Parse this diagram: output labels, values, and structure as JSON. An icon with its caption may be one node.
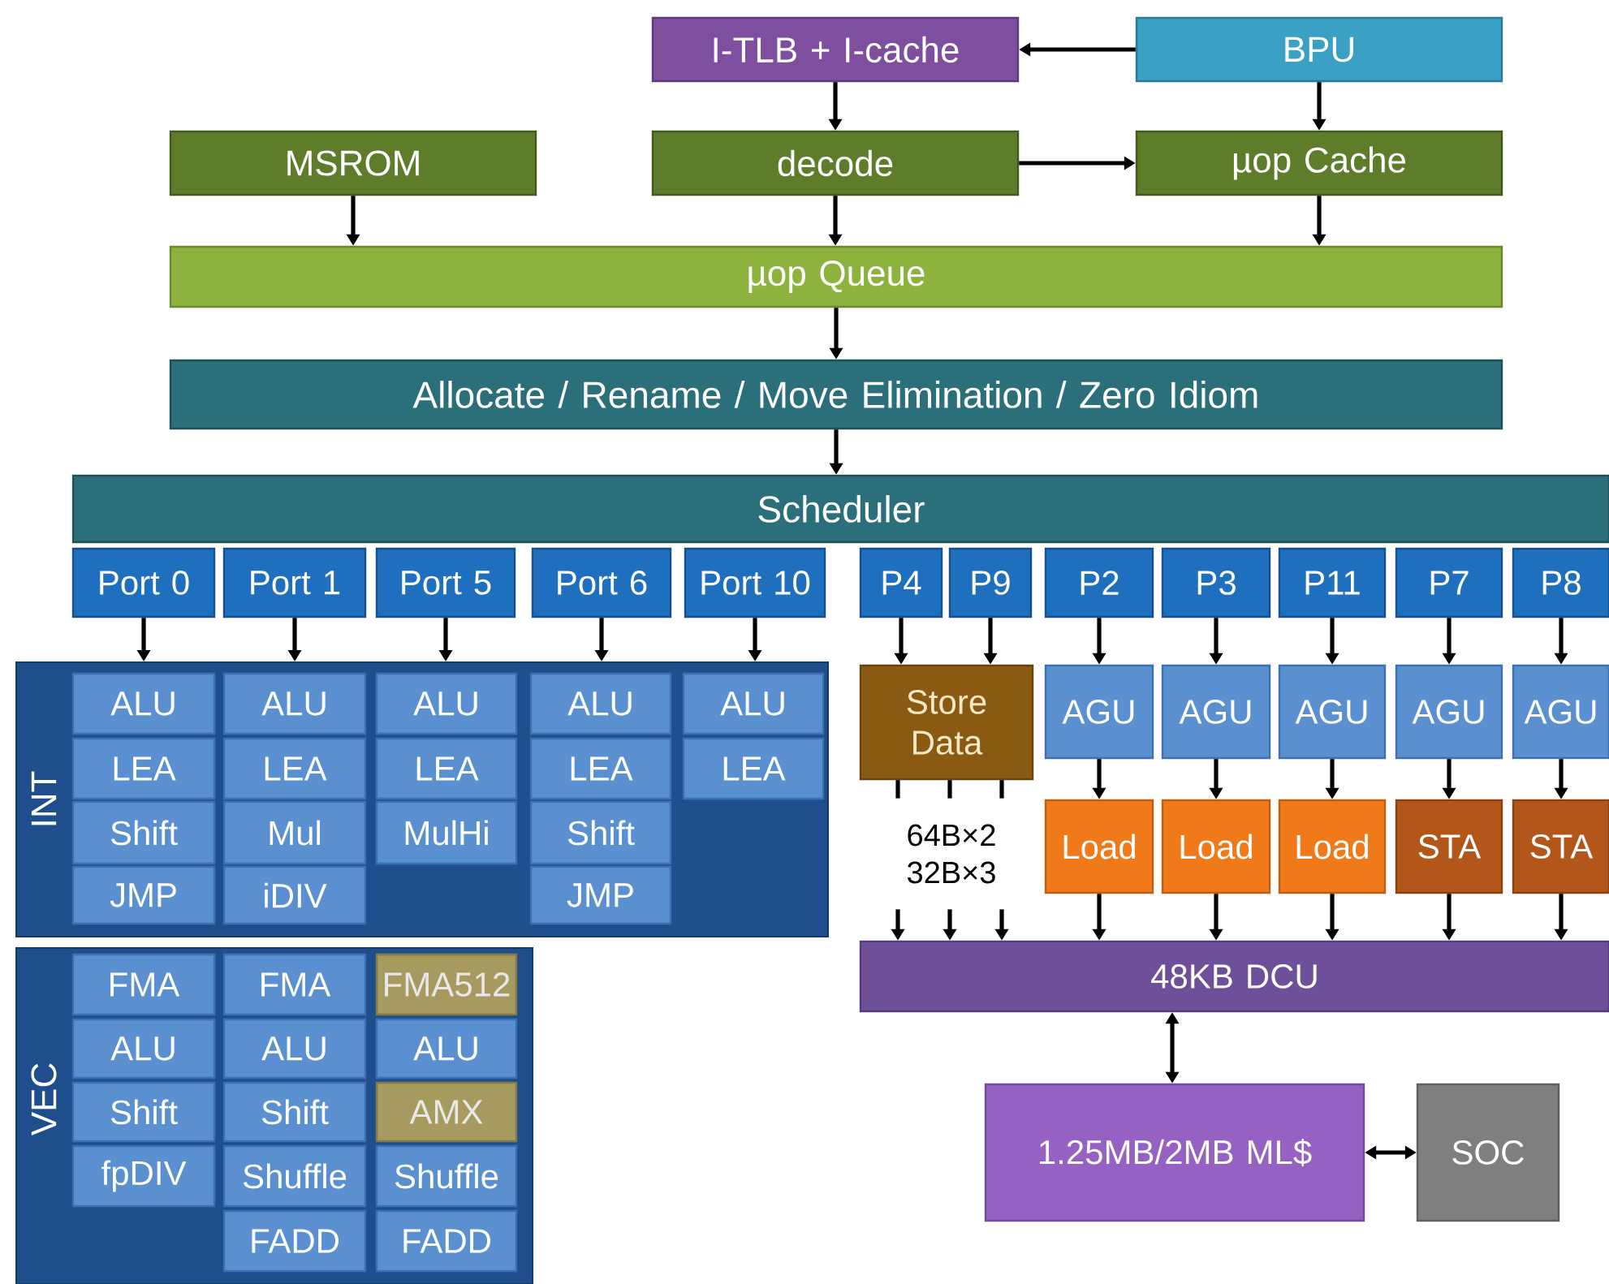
{
  "diagram": {
    "nodes": [
      {
        "text": [
          "I-TLB + I-cache"
        ]
      },
      {
        "text": [
          "BPU"
        ]
      },
      {
        "text": [
          "MSROM"
        ]
      },
      {
        "text": [
          "decode"
        ]
      },
      {
        "text": [
          "µop Cache"
        ]
      },
      {
        "text": [
          "µop Queue"
        ]
      },
      {
        "text": [
          "Allocate / Rename / Move Elimination / Zero Idiom"
        ]
      },
      {
        "text": [
          "Scheduler"
        ]
      },
      {
        "text": [
          "Port 0"
        ]
      },
      {
        "text": [
          "Port 1"
        ]
      },
      {
        "text": [
          "Port 5"
        ]
      },
      {
        "text": [
          "Port 6"
        ]
      },
      {
        "text": [
          "Port 10"
        ]
      },
      {
        "text": [
          "P4"
        ]
      },
      {
        "text": [
          "P9"
        ]
      },
      {
        "text": [
          "P2"
        ]
      },
      {
        "text": [
          "P3"
        ]
      },
      {
        "text": [
          "P11"
        ]
      },
      {
        "text": [
          "P7"
        ]
      },
      {
        "text": [
          "P8"
        ]
      },
      {
        "text": [
          "INT"
        ]
      },
      {
        "text": [
          "ALU"
        ],
        "in": 20
      },
      {
        "text": [
          "ALU"
        ],
        "in": 20
      },
      {
        "text": [
          "ALU"
        ],
        "in": 20
      },
      {
        "text": [
          "ALU"
        ],
        "in": 20
      },
      {
        "text": [
          "ALU"
        ],
        "in": 20
      },
      {
        "text": [
          "LEA"
        ],
        "in": 20
      },
      {
        "text": [
          "LEA"
        ],
        "in": 20
      },
      {
        "text": [
          "LEA"
        ],
        "in": 20
      },
      {
        "text": [
          "LEA"
        ],
        "in": 20
      },
      {
        "text": [
          "LEA"
        ],
        "in": 20
      },
      {
        "text": [
          "Shift"
        ],
        "in": 20
      },
      {
        "text": [
          "Mul"
        ],
        "in": 20
      },
      {
        "text": [
          "MulHi"
        ],
        "in": 20
      },
      {
        "text": [
          "Shift"
        ],
        "in": 20
      },
      {
        "text": [
          "JMP"
        ],
        "in": 20
      },
      {
        "text": [
          "iDIV"
        ],
        "in": 20
      },
      {
        "text": [
          "JMP"
        ],
        "in": 20
      },
      {
        "text": [
          "VEC"
        ]
      },
      {
        "text": [
          "FMA"
        ],
        "in": 38
      },
      {
        "text": [
          "FMA"
        ],
        "in": 38
      },
      {
        "text": [
          "FMA512"
        ],
        "in": 38
      },
      {
        "text": [
          "ALU"
        ],
        "in": 38
      },
      {
        "text": [
          "ALU"
        ],
        "in": 38
      },
      {
        "text": [
          "ALU"
        ],
        "in": 38
      },
      {
        "text": [
          "Shift"
        ],
        "in": 38
      },
      {
        "text": [
          "Shift"
        ],
        "in": 38
      },
      {
        "text": [
          "AMX"
        ],
        "in": 38
      },
      {
        "text": [
          "fpDIV"
        ],
        "in": 38
      },
      {
        "text": [
          "Shuffle"
        ],
        "in": 38
      },
      {
        "text": [
          "Shuffle"
        ],
        "in": 38
      },
      {
        "text": [
          "FADD"
        ],
        "in": 38
      },
      {
        "text": [
          "FADD"
        ],
        "in": 38
      },
      {
        "text": [
          "Store Data"
        ]
      },
      {
        "text": [
          "AGU"
        ]
      },
      {
        "text": [
          "AGU"
        ]
      },
      {
        "text": [
          "AGU"
        ]
      },
      {
        "text": [
          "AGU"
        ]
      },
      {
        "text": [
          "AGU"
        ]
      },
      {
        "text": [
          "64B×2 32B×3"
        ]
      },
      {
        "text": [
          "Load"
        ]
      },
      {
        "text": [
          "Load"
        ]
      },
      {
        "text": [
          "Load"
        ]
      },
      {
        "text": [
          "STA"
        ]
      },
      {
        "text": [
          "STA"
        ]
      },
      {
        "text": [
          "48KB DCU"
        ]
      },
      {
        "text": [
          "1.25MB/2MB ML$"
        ]
      },
      {
        "text": [
          "SOC"
        ]
      }
    ],
    "edges": [
      {
        "from": 1,
        "to": 0,
        "arrow": "to"
      },
      {
        "from": 0,
        "to": 3,
        "arrow": "to"
      },
      {
        "from": 1,
        "to": 4,
        "arrow": "to"
      },
      {
        "from": 3,
        "to": 4,
        "arrow": "to"
      },
      {
        "from": 2,
        "to": 5,
        "arrow": "to"
      },
      {
        "from": 3,
        "to": 5,
        "arrow": "to"
      },
      {
        "from": 4,
        "to": 5,
        "arrow": "to"
      },
      {
        "from": 5,
        "to": 6,
        "arrow": "to"
      },
      {
        "from": 6,
        "to": 7,
        "arrow": "to"
      },
      {
        "from": 8,
        "to": 20,
        "arrow": "to"
      },
      {
        "from": 9,
        "to": 20,
        "arrow": "to"
      },
      {
        "from": 10,
        "to": 20,
        "arrow": "to"
      },
      {
        "from": 11,
        "to": 20,
        "arrow": "to"
      },
      {
        "from": 12,
        "to": 20,
        "arrow": "to"
      },
      {
        "from": 13,
        "to": 53,
        "arrow": "to"
      },
      {
        "from": 14,
        "to": 53,
        "arrow": "to"
      },
      {
        "from": 15,
        "to": 54,
        "arrow": "to"
      },
      {
        "from": 16,
        "to": 55,
        "arrow": "to"
      },
      {
        "from": 17,
        "to": 56,
        "arrow": "to"
      },
      {
        "from": 18,
        "to": 57,
        "arrow": "to"
      },
      {
        "from": 19,
        "to": 58,
        "arrow": "to"
      },
      {
        "from": 54,
        "to": 60,
        "arrow": "to"
      },
      {
        "from": 55,
        "to": 61,
        "arrow": "to"
      },
      {
        "from": 56,
        "to": 62,
        "arrow": "to"
      },
      {
        "from": 57,
        "to": 63,
        "arrow": "to"
      },
      {
        "from": 58,
        "to": 64,
        "arrow": "to"
      },
      {
        "from": 53,
        "to": 59,
        "arrow": "none"
      },
      {
        "from": 53,
        "to": 59,
        "arrow": "none"
      },
      {
        "from": 53,
        "to": 59,
        "arrow": "none"
      },
      {
        "from": 59,
        "to": 65,
        "arrow": "to"
      },
      {
        "from": 59,
        "to": 65,
        "arrow": "to"
      },
      {
        "from": 59,
        "to": 65,
        "arrow": "to"
      },
      {
        "from": 60,
        "to": 65,
        "arrow": "to"
      },
      {
        "from": 61,
        "to": 65,
        "arrow": "to"
      },
      {
        "from": 62,
        "to": 65,
        "arrow": "to"
      },
      {
        "from": 63,
        "to": 65,
        "arrow": "to"
      },
      {
        "from": 64,
        "to": 65,
        "arrow": "to"
      },
      {
        "from": 65,
        "to": 66,
        "arrow": "both"
      },
      {
        "from": 66,
        "to": 67,
        "arrow": "both"
      }
    ]
  }
}
